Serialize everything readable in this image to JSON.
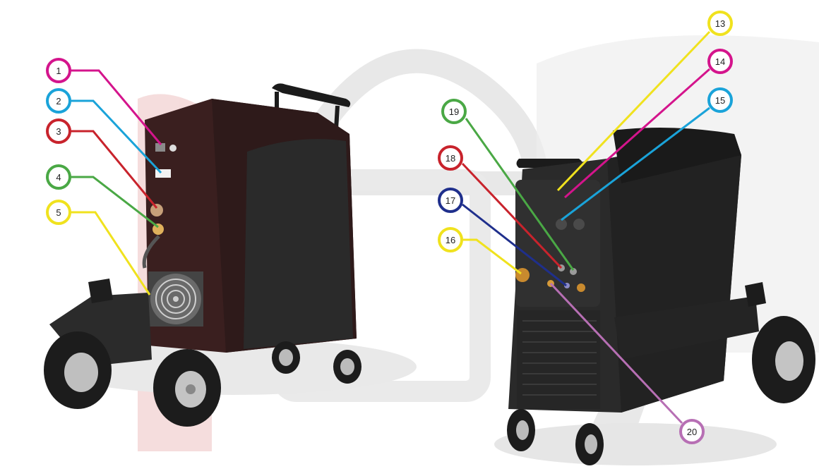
{
  "diagram": {
    "callouts": [
      {
        "id": "1",
        "label": "1",
        "color": "#d4148c"
      },
      {
        "id": "2",
        "label": "2",
        "color": "#1aa3d9"
      },
      {
        "id": "3",
        "label": "3",
        "color": "#c8232c"
      },
      {
        "id": "4",
        "label": "4",
        "color": "#4aa845"
      },
      {
        "id": "5",
        "label": "5",
        "color": "#f0e21e"
      },
      {
        "id": "13",
        "label": "13",
        "color": "#f0e21e"
      },
      {
        "id": "14",
        "label": "14",
        "color": "#d4148c"
      },
      {
        "id": "15",
        "label": "15",
        "color": "#1aa3d9"
      },
      {
        "id": "16",
        "label": "16",
        "color": "#f0e21e"
      },
      {
        "id": "17",
        "label": "17",
        "color": "#1f2f8c"
      },
      {
        "id": "18",
        "label": "18",
        "color": "#c8232c"
      },
      {
        "id": "19",
        "label": "19",
        "color": "#4aa845"
      },
      {
        "id": "20",
        "label": "20",
        "color": "#b76fb4"
      }
    ],
    "colors": {
      "rear_body": "#3a1f1f",
      "front_body": "#232323",
      "watermark": "#e9e9e9",
      "watermark_red": "#f3d6d6"
    }
  }
}
